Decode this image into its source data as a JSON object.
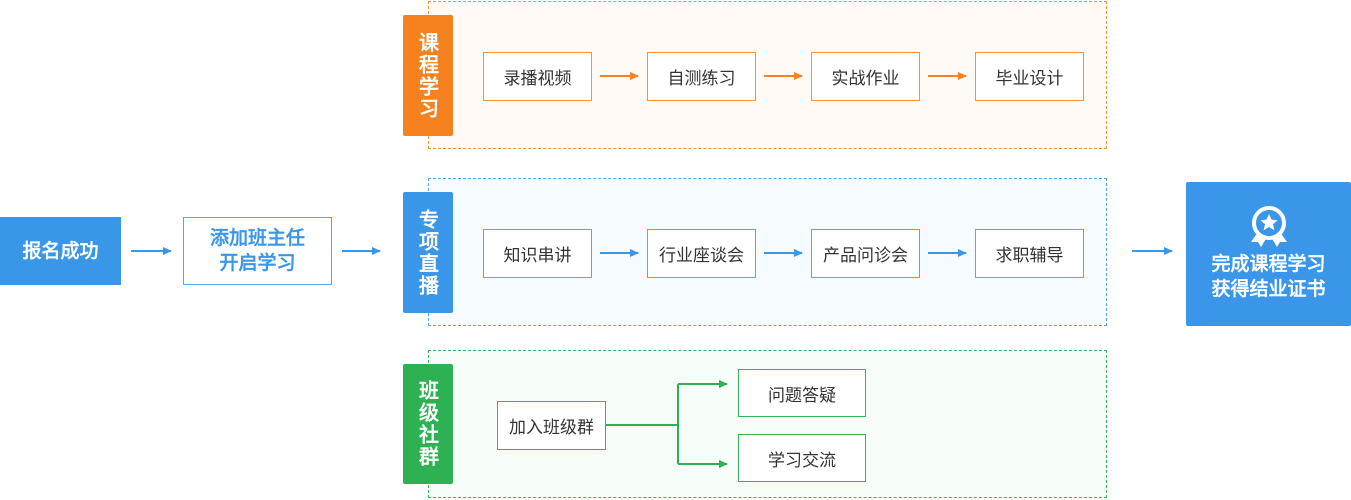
{
  "flow": {
    "start_label": "报名成功",
    "mid_label_line1": "添加班主任",
    "mid_label_line2": "开启学习",
    "end_label_line1": "完成课程学习",
    "end_label_line2": "获得结业证书",
    "end_icon": "award-medal-icon"
  },
  "course": {
    "tag": "课程学习",
    "steps": [
      "录播视频",
      "自测练习",
      "实战作业",
      "毕业设计"
    ]
  },
  "live": {
    "tag": "专项直播",
    "steps": [
      "知识串讲",
      "行业座谈会",
      "产品问诊会",
      "求职辅导"
    ]
  },
  "community": {
    "tag": "班级社群",
    "source": "加入班级群",
    "targets": [
      "问题答疑",
      "学习交流"
    ]
  },
  "colors": {
    "orange": "#f5821f",
    "blue": "#3a96e8",
    "green": "#2eb152"
  }
}
